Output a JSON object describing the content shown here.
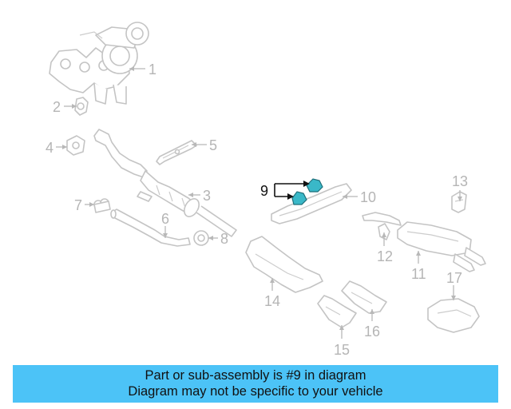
{
  "diagram": {
    "highlight_color": "#3ab8c8",
    "part_line_color": "#c4c4c4",
    "callouts": {
      "c1": "1",
      "c2": "2",
      "c3": "3",
      "c4": "4",
      "c5": "5",
      "c6": "6",
      "c7": "7",
      "c8": "8",
      "c9": "9",
      "c10": "10",
      "c11": "11",
      "c12": "12",
      "c13": "13",
      "c14": "14",
      "c15": "15",
      "c16": "16",
      "c17": "17"
    }
  },
  "banner": {
    "background": "#4cc3f7",
    "line1": "Part or sub-assembly is #9 in diagram",
    "line2": "Diagram may not be specific to your vehicle"
  }
}
